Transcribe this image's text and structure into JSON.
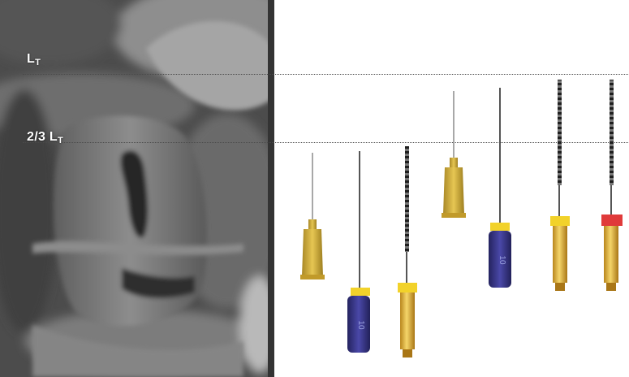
{
  "image": {
    "panels": [
      "dental-radiograph",
      "endodontic-instruments"
    ]
  },
  "labels": {
    "working_length_main": "L",
    "working_length_sub": "T",
    "partial_length_prefix": "2/3 L",
    "partial_length_sub": "T"
  },
  "instruments": [
    {
      "kind": "irrigation-needle",
      "handle_color": "#d9b23c",
      "position": "low"
    },
    {
      "kind": "hand-file-size-10",
      "handle_color": "#3b3a8c",
      "collar_color": "#f2d22a",
      "handle_text": "10",
      "position": "low"
    },
    {
      "kind": "rotary-file",
      "handle_color": "#e0b84a",
      "collar_color": "#f2d22a",
      "position": "low"
    },
    {
      "kind": "irrigation-needle",
      "handle_color": "#d9b23c",
      "position": "high"
    },
    {
      "kind": "hand-file-size-10",
      "handle_color": "#3b3a8c",
      "collar_color": "#f2d22a",
      "handle_text": "10",
      "position": "high"
    },
    {
      "kind": "rotary-file",
      "handle_color": "#e0b84a",
      "collar_color": "#f2d22a",
      "position": "high"
    },
    {
      "kind": "rotary-file",
      "handle_color": "#e0b84a",
      "collar_color": "#e03a3a",
      "position": "high"
    }
  ]
}
